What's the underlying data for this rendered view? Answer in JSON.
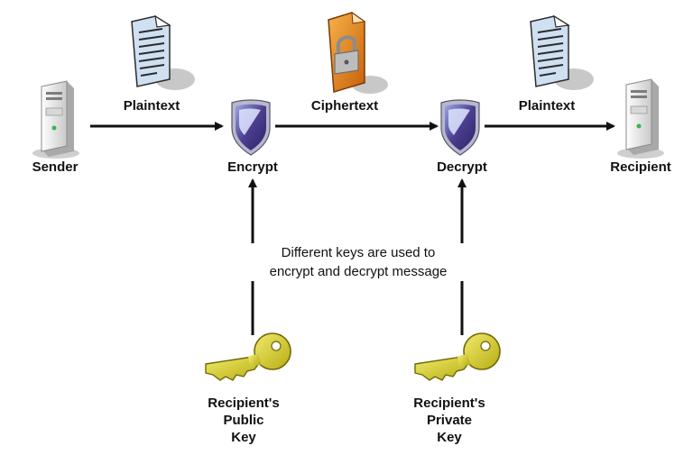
{
  "nodes": {
    "sender": "Sender",
    "encrypt": "Encrypt",
    "decrypt": "Decrypt",
    "recipient": "Recipient"
  },
  "edges": {
    "sender_to_encrypt": "Plaintext",
    "encrypt_to_decrypt": "Ciphertext",
    "decrypt_to_recipient": "Plaintext"
  },
  "note": {
    "line1": "Different keys are used to",
    "line2": "encrypt and decrypt message"
  },
  "keys": {
    "public": [
      "Recipient's",
      "Public",
      "Key"
    ],
    "private": [
      "Recipient's",
      "Private",
      "Key"
    ]
  },
  "colors": {
    "arrow": "#111111",
    "shield": "#4b3e8f",
    "key": "#d8cf1f",
    "lock": "#e58a12",
    "document": "#cfe0f2",
    "server": "#e9e9e9"
  },
  "icons": {
    "server": "server-icon",
    "document": "document-icon",
    "locked_document": "locked-document-icon",
    "shield": "shield-icon",
    "key": "key-icon"
  }
}
